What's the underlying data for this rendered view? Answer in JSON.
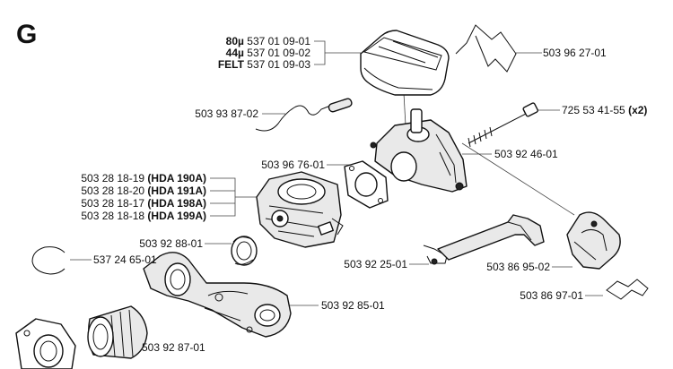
{
  "section_letter": "G",
  "filter": {
    "variants": [
      {
        "grade": "80µ",
        "number": "537 01 09-01"
      },
      {
        "grade": "44µ",
        "number": "537 01 09-02"
      },
      {
        "grade": "FELT",
        "number": "537 01 09-03"
      }
    ]
  },
  "carburetors": [
    {
      "number": "503 28 18-19",
      "model": "(HDA 190A)"
    },
    {
      "number": "503 28 18-20",
      "model": "(HDA 191A)"
    },
    {
      "number": "503 28 18-17",
      "model": "(HDA 198A)"
    },
    {
      "number": "503 28 18-18",
      "model": "(HDA 199A)"
    }
  ],
  "parts": {
    "clip": "503 96 27-01",
    "screw": "725 53 41-55",
    "screw_qty": "(x2)",
    "rod": "503 93 87-02",
    "gasket": "503 96 76-01",
    "adapter": "503 92 46-01",
    "ring_small": "503 92 88-01",
    "circlip": "537 24 65-01",
    "link": "503 92 25-01",
    "lever": "503 86 95-02",
    "intake": "503 92 85-01",
    "spring": "503 86 97-01",
    "bellows": "503 92 87-01"
  }
}
